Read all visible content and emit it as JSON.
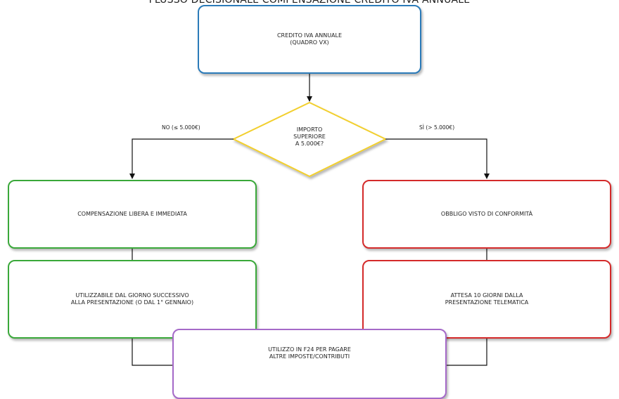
{
  "title": "FLUSSO DECISIONALE COMPENSAZIONE CREDITO IVA ANNUALE",
  "nodes": {
    "start": "CREDITO IVA ANNUALE\n(QUADRO VX)",
    "decision": "IMPORTO\nSUPERIORE\nA 5.000€?",
    "left_1": "COMPENSAZIONE LIBERA E IMMEDIATA",
    "left_2": "UTILIZZABILE DAL GIORNO SUCCESSIVO\nALLA PRESENTAZIONE (O DAL 1° GENNAIO)",
    "right_1": "OBBLIGO VISTO DI CONFORMITÀ",
    "right_2": "ATTESA 10 GIORNI DALLA\nPRESENTAZIONE TELEMATICA",
    "end": "UTILIZZO IN F24 PER PAGARE\nALTRE IMPOSTE/CONTRIBUTI"
  },
  "branches": {
    "no": "NO (≤ 5.000€)",
    "yes": "SÌ (> 5.000€)"
  },
  "colors": {
    "start": "#2b7bb9",
    "decision": "#f2cf2e",
    "left": "#3aa83a",
    "right": "#d42a2a",
    "end": "#a569c8"
  }
}
